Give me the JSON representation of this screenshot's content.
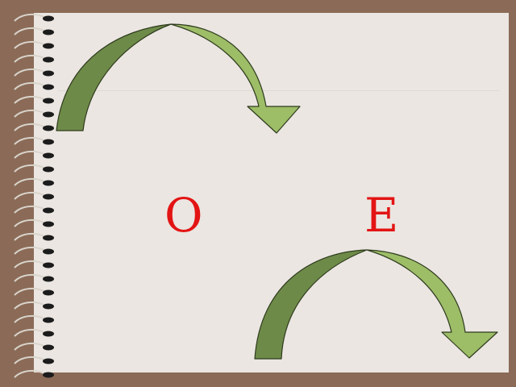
{
  "letters": {
    "left": "O",
    "right": "E"
  },
  "colors": {
    "board": "#8B6B57",
    "paper": "#EBE6E1",
    "letter": "#E31414",
    "arrow_dark": "#6E8A48",
    "arrow_light": "#9DBD67",
    "arrow_outline": "#2E3B1E",
    "coil": "#1C1C1C"
  },
  "arrows": [
    {
      "name": "top-arrow",
      "direction": "clockwise-down"
    },
    {
      "name": "bottom-arrow",
      "direction": "clockwise-down"
    }
  ]
}
